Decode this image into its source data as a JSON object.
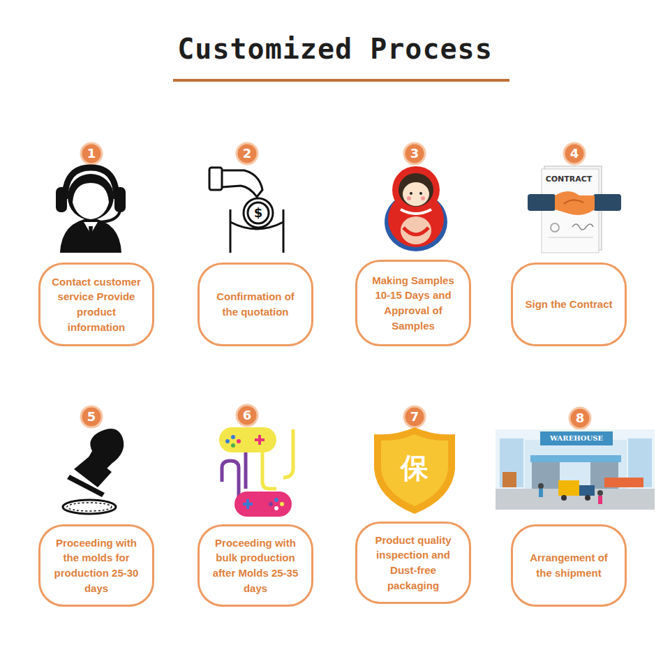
{
  "diagram": {
    "title": "Customized Process",
    "nodes": [
      {
        "text": [
          "Contact customer service Provide product information"
        ]
      },
      {
        "text": [
          "Confirmation of the quotation"
        ]
      },
      {
        "text": [
          "Making Samples 10-15 Days and Approval of Samples"
        ]
      },
      {
        "text": [
          "Sign the Contract"
        ]
      },
      {
        "text": [
          "Proceeding with the molds for production 25-30 days"
        ]
      },
      {
        "text": [
          "Proceeding with bulk production after Molds 25-35 days"
        ]
      },
      {
        "text": [
          "Product quality inspection and Dust-free packaging"
        ]
      },
      {
        "text": [
          "Arrangement of the shipment"
        ]
      }
    ],
    "labels": [
      "1",
      "2",
      "$",
      "3",
      "4",
      "CONTRACT",
      "5",
      "6",
      "7",
      "保",
      "8",
      "WAREHOUSE"
    ]
  }
}
